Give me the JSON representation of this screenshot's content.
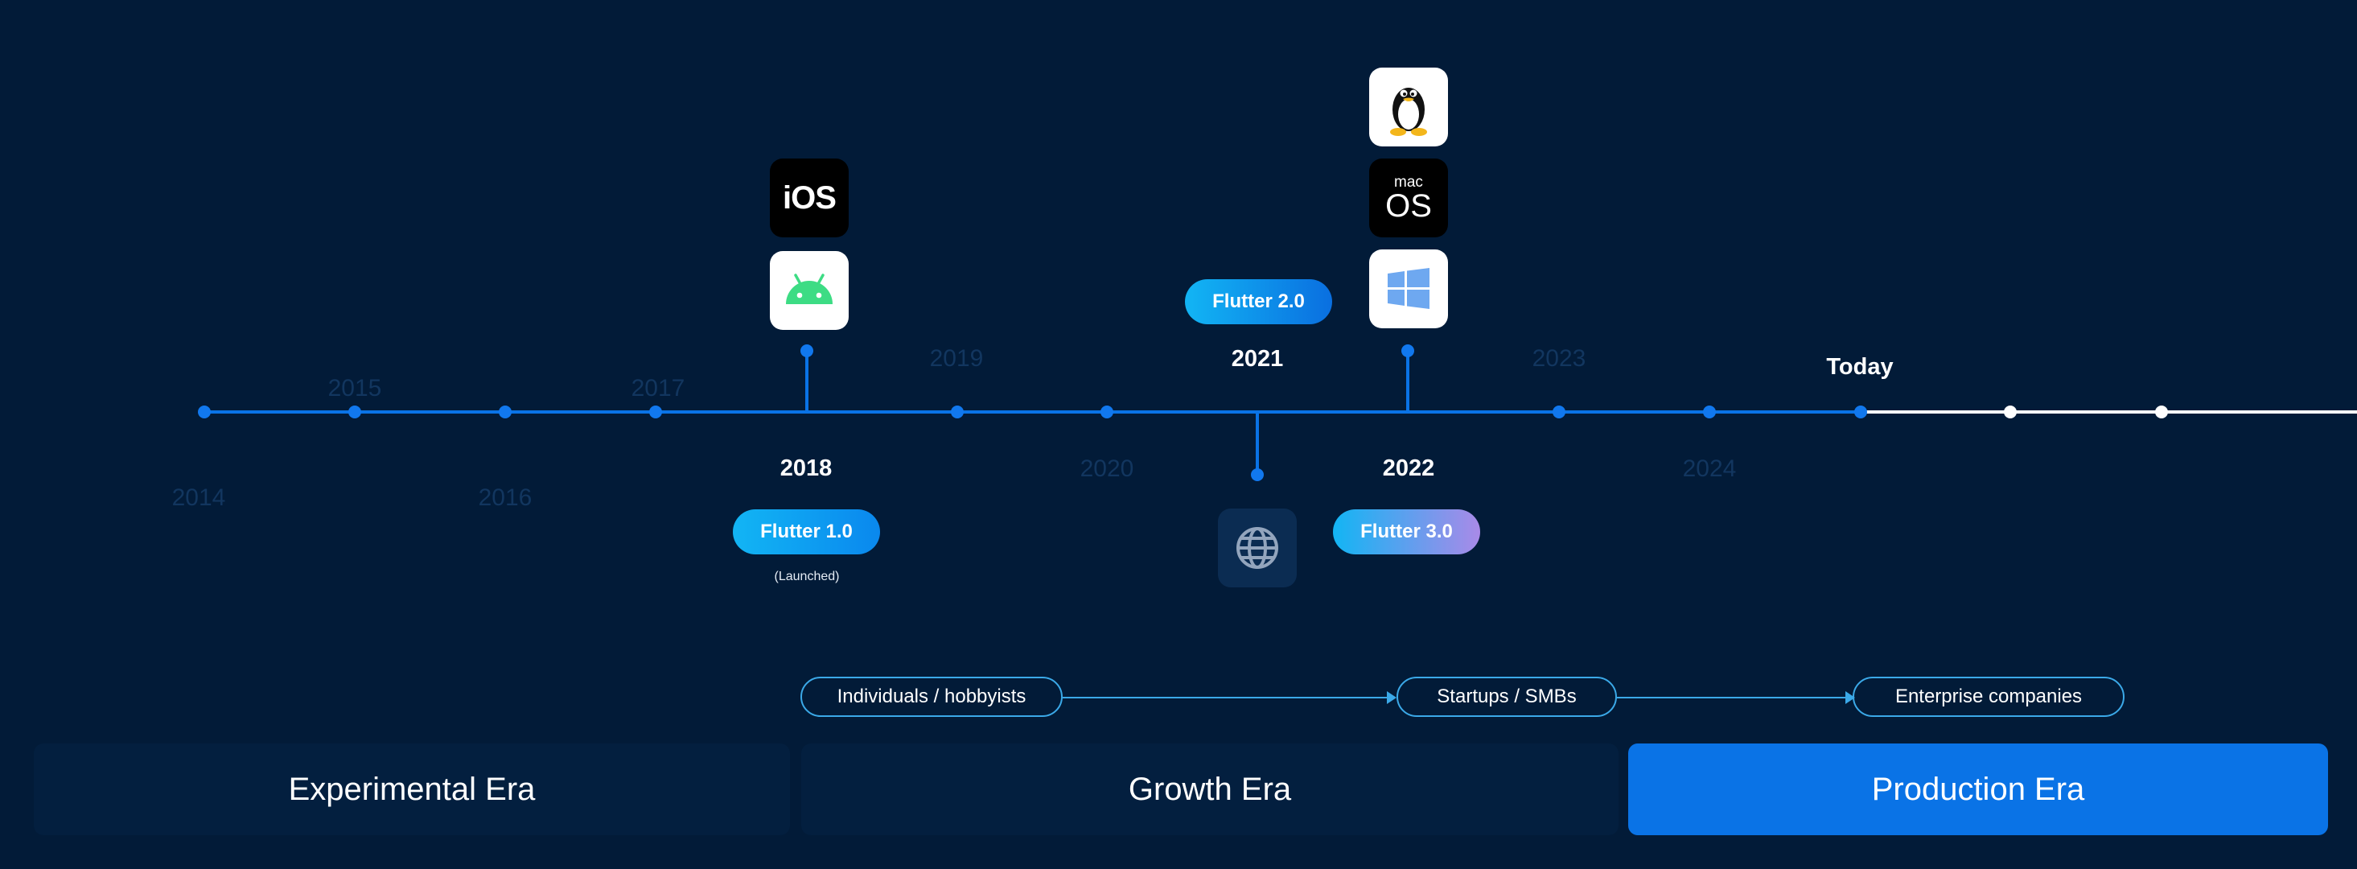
{
  "colors": {
    "background": "#021b38",
    "timeline": "#0a73e6",
    "future_line": "#ffffff",
    "faded_year": "#12365f",
    "audience_border": "#3ba9e8",
    "era_dim": "#031f3f",
    "era_active": "#0a73e6"
  },
  "timeline": {
    "faded_years": [
      "2014",
      "2015",
      "2016",
      "2017",
      "2019",
      "2020",
      "2023",
      "2024"
    ],
    "milestone_years": [
      "2018",
      "2021",
      "2022"
    ],
    "today_label": "Today"
  },
  "releases": [
    {
      "label": "Flutter 1.0",
      "note": "(Launched)"
    },
    {
      "label": "Flutter 2.0"
    },
    {
      "label": "Flutter 3.0"
    }
  ],
  "platform_icons": {
    "ios": {
      "icon": "ios-icon",
      "text": "iOS"
    },
    "android": {
      "icon": "android-icon"
    },
    "web": {
      "icon": "globe-icon"
    },
    "linux": {
      "icon": "linux-tux-icon"
    },
    "macos": {
      "icon": "macos-icon",
      "small": "mac",
      "big": "OS"
    },
    "windows": {
      "icon": "windows-icon"
    }
  },
  "audiences": [
    "Individuals / hobbyists",
    "Startups / SMBs",
    "Enterprise companies"
  ],
  "eras": [
    "Experimental Era",
    "Growth Era",
    "Production Era"
  ]
}
